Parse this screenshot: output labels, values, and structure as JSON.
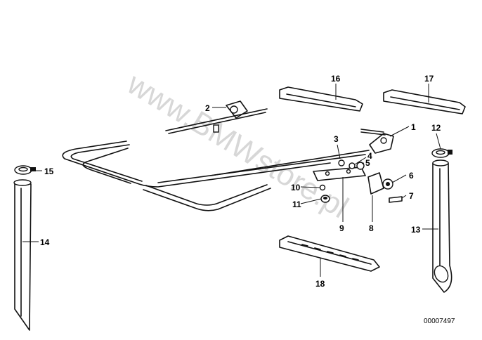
{
  "labels": {
    "p1": "1",
    "p2": "2",
    "p3": "3",
    "p4": "4",
    "p5": "5",
    "p6": "6",
    "p7": "7",
    "p8": "8",
    "p9": "9",
    "p10": "10",
    "p11": "11",
    "p12": "12",
    "p13": "13",
    "p14": "14",
    "p15": "15",
    "p16": "16",
    "p17": "17",
    "p18": "18"
  },
  "diagram_code": "00007497",
  "watermark": "www.BMWstore.pl"
}
